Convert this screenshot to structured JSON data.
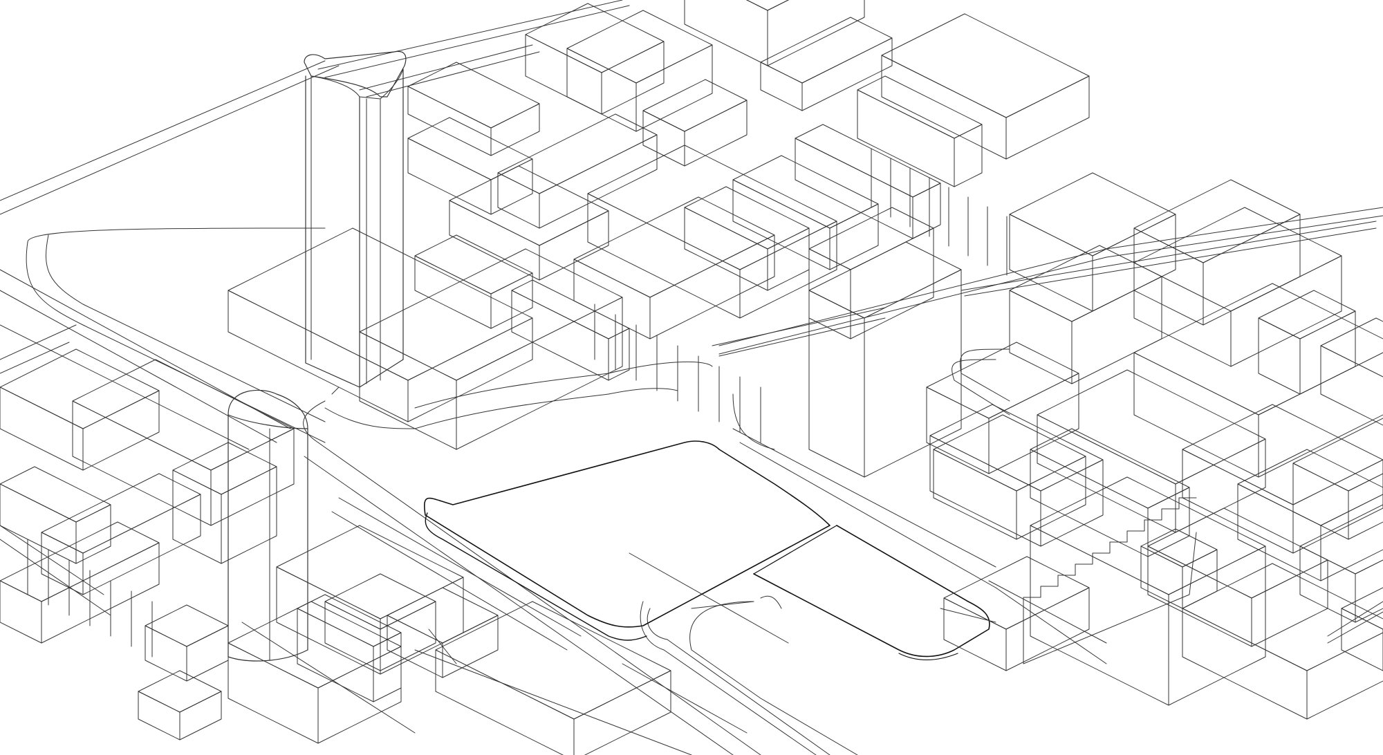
{
  "drawing": {
    "style": "axonometric line drawing",
    "colors": {
      "background": "#ffffff",
      "line": "#333333",
      "site_outline": "#111111"
    },
    "layers": [
      "roads",
      "site-plaza",
      "buildings",
      "tower-details"
    ]
  }
}
